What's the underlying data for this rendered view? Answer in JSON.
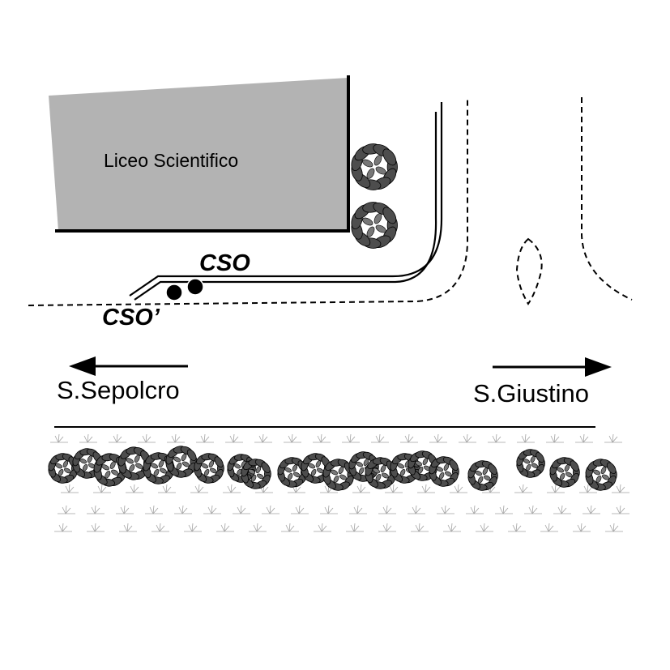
{
  "map": {
    "building": {
      "label": "Liceo Scientifico",
      "fill_color": "#b3b3b3"
    },
    "monitoring_points": {
      "cso_label": "CSO",
      "cso_prime_label": "CSO’"
    },
    "directions": {
      "left_label": "S.Sepolcro",
      "right_label": "S.Giustino"
    },
    "colors": {
      "line": "#000000",
      "background": "#ffffff",
      "foliage": "#4d4d4d",
      "grass": "#a0a0a0"
    }
  }
}
